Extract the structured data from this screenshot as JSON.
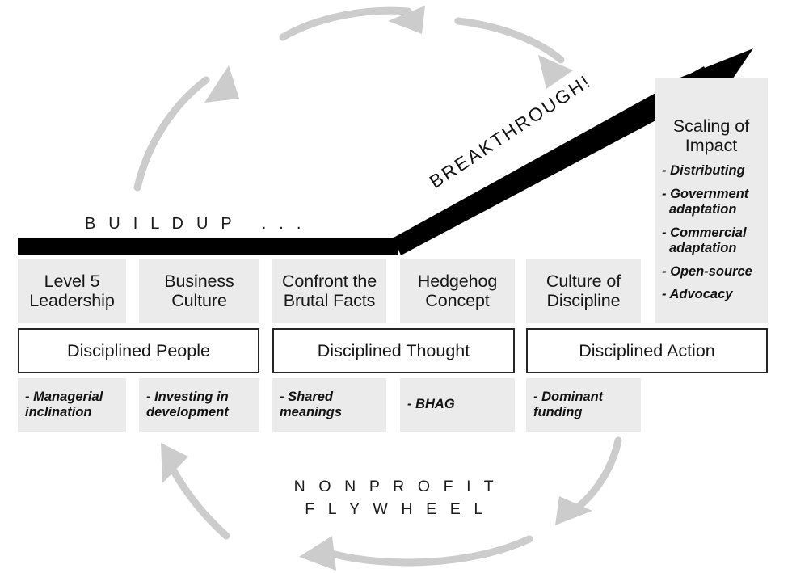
{
  "diagram": {
    "title": "Nonprofit Flywheel",
    "buildup_label": "B U I L D U P   . . .",
    "breakthrough_label": "BREAKTHROUGH!",
    "flywheel_label": "N O N P R O F I T\nF L Y W H E E L",
    "colors": {
      "panel_gray": "#ebebeb",
      "arrow_gray": "#cccccc",
      "bar_black": "#000000",
      "box_border": "#252525",
      "text": "#111111",
      "background": "#ffffff"
    },
    "pillars": [
      {
        "title": "Level 5\nLeadership",
        "note": "- Managerial\ninclination"
      },
      {
        "title": "Business\nCulture",
        "note": "- Investing in\ndevelopment"
      },
      {
        "title": "Confront the\nBrutal Facts",
        "note": "- Shared\nmeanings"
      },
      {
        "title": "Hedgehog\nConcept",
        "note": "- BHAG"
      },
      {
        "title": "Culture of\nDiscipline",
        "note": "- Dominant\nfunding"
      }
    ],
    "discipline_bands": [
      "Disciplined People",
      "Disciplined Thought",
      "Disciplined Action"
    ],
    "scaling": {
      "heading": "Scaling of\nImpact",
      "items": [
        "- Distributing",
        "- Government adaptation",
        "- Commercial adaptation",
        "- Open-source",
        "- Advocacy"
      ]
    },
    "flywheel_arrows": [
      {
        "name": "arrow-bottom-left-up",
        "direction": "counter-clockwise"
      },
      {
        "name": "arrow-top-left-up",
        "direction": "counter-clockwise"
      },
      {
        "name": "arrow-top-center-right",
        "direction": "clockwise"
      },
      {
        "name": "arrow-top-right-down",
        "direction": "clockwise"
      },
      {
        "name": "arrow-bottom-right-down",
        "direction": "clockwise"
      },
      {
        "name": "arrow-bottom-center-left",
        "direction": "clockwise"
      }
    ]
  }
}
